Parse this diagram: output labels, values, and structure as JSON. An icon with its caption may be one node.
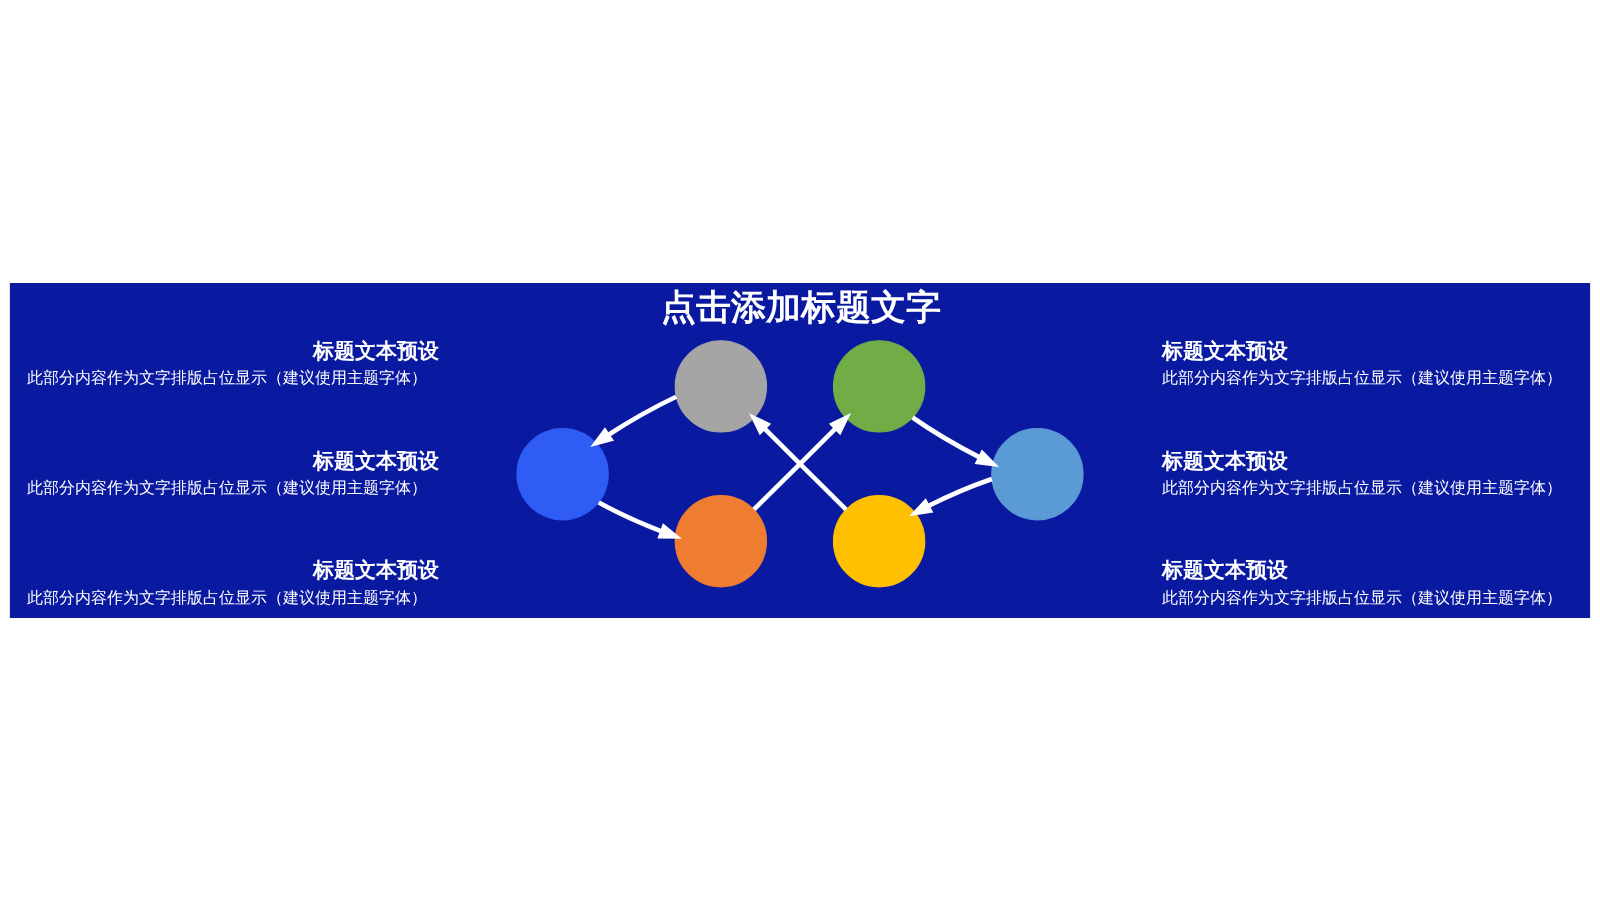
{
  "diagram": {
    "title": "点击添加标题文字",
    "nodes": [
      {
        "text": [],
        "shape": "circle",
        "beside": [
          "标题文本预设",
          "此部分内容作为文字排版占位显示（建议使用主题字体）"
        ]
      },
      {
        "text": [],
        "shape": "circle",
        "beside": [
          "标题文本预设",
          "此部分内容作为文字排版占位显示（建议使用主题字体）"
        ]
      },
      {
        "text": [],
        "shape": "circle",
        "beside": [
          "标题文本预设",
          "此部分内容作为文字排版占位显示（建议使用主题字体）"
        ]
      },
      {
        "text": [],
        "shape": "circle",
        "beside": [
          "标题文本预设",
          "此部分内容作为文字排版占位显示（建议使用主题字体）"
        ]
      },
      {
        "text": [],
        "shape": "circle",
        "beside": [
          "标题文本预设",
          "此部分内容作为文字排版占位显示（建议使用主题字体）"
        ]
      },
      {
        "text": [],
        "shape": "circle",
        "beside": [
          "标题文本预设",
          "此部分内容作为文字排版占位显示（建议使用主题字体）"
        ]
      }
    ],
    "edges": [
      {
        "from": 4,
        "to": 2,
        "arrow": "to"
      },
      {
        "from": 2,
        "to": 0,
        "arrow": "to"
      },
      {
        "from": 0,
        "to": 5,
        "arrow": "to"
      },
      {
        "from": 5,
        "to": 3,
        "arrow": "to"
      },
      {
        "from": 3,
        "to": 1,
        "arrow": "to"
      },
      {
        "from": 1,
        "to": 4,
        "arrow": "to"
      }
    ]
  }
}
